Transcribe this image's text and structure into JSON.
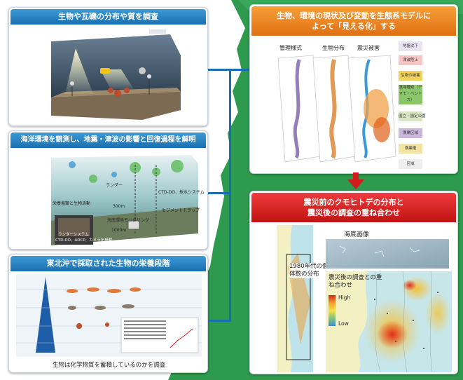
{
  "panels": {
    "survey": {
      "title": "生物や瓦礫の分布や質を調査"
    },
    "ocean": {
      "title": "海洋環境を観測し、地震・津波の影響と回復過程を解明",
      "labels": [
        "CTD-DO、採水システム",
        "ランダー",
        "栄養塩類と生物活動",
        "300m",
        "セジメントトラップ",
        "海底環境モニタリング",
        "1000m",
        "ランダーシステム",
        "CTD-DO、ADCP、カメラを搭載"
      ]
    },
    "trophic": {
      "title": "東北沖で採取された生物の栄養段階",
      "caption": "生物は化学物質を蓄積しているのかを調査"
    },
    "model": {
      "title_line1": "生物、環境の現状及び変動を生態系モデルに",
      "title_line2": "よって「見える化」する",
      "layers": [
        "管理様式",
        "生物分布",
        "震災被害"
      ],
      "legend": [
        "地盤沈下",
        "津波陸上",
        "生物の被害",
        "藻場種別（アマモ・ベントス）",
        "国立・国定公園",
        "漁業区域",
        "漁業権",
        "区域"
      ]
    },
    "overlay": {
      "title_line1": "震災前のクモヒトデの分布と",
      "title_line2": "震災後の調査の重ね合わせ",
      "seafloor_label": "海底画像",
      "pre_label": "1980年代の個体数の分布",
      "post_label": "震災後の調査との重ね合わせ",
      "scale_high": "High",
      "scale_low": "Low"
    }
  },
  "colors": {
    "blue_header": "#1c6fae",
    "orange_header": "#e06f12",
    "red_header": "#c01313",
    "connector": "#1a6db5",
    "arrow_red": "#d21c1c",
    "coast_green": "#2e9a4e"
  }
}
